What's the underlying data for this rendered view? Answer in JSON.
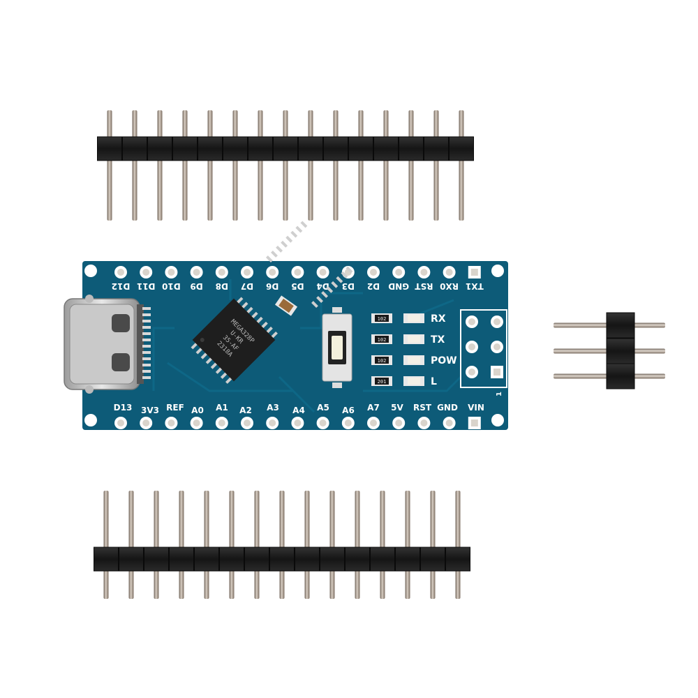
{
  "board": {
    "top_pin_labels": [
      "D12",
      "D11",
      "D10",
      "D9",
      "D8",
      "D7",
      "D6",
      "D5",
      "D4",
      "D3",
      "D2",
      "GND",
      "RST",
      "RX0",
      "TX1"
    ],
    "bottom_pin_labels": [
      "D13",
      "3V3",
      "REF",
      "A0",
      "A1",
      "A2",
      "A3",
      "A4",
      "A5",
      "A6",
      "A7",
      "5V",
      "RST",
      "GND",
      "VIN"
    ],
    "led_labels": [
      "RX",
      "TX",
      "POW",
      "L"
    ],
    "resistor_labels": [
      "102",
      "102",
      "102",
      "201"
    ],
    "chip_lines": [
      "MEGA328P",
      "U-KR",
      "35-AF",
      "2318A"
    ],
    "icsp_number": "1",
    "colors": {
      "pcb": "#0d5b78",
      "silk": "#ffffff",
      "header_plastic": "#1e1e1e",
      "pin_metal": "#b5a99a"
    }
  },
  "parts": {
    "top_header_pins": 15,
    "bottom_header_pins": 15,
    "small_header_pins": 3
  }
}
